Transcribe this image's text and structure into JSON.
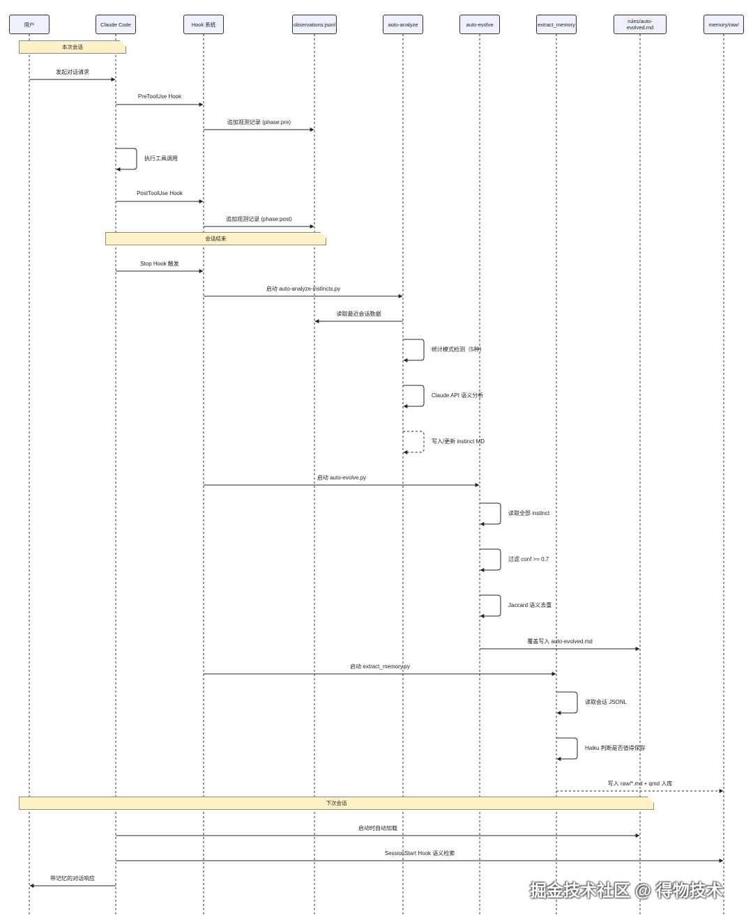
{
  "participants": [
    {
      "id": "user",
      "label": "用户"
    },
    {
      "id": "claude",
      "label": "Claude Code"
    },
    {
      "id": "hook",
      "label": "Hook 系统"
    },
    {
      "id": "obs",
      "label": "observations.jsonl"
    },
    {
      "id": "analyze",
      "label": "auto-analyze"
    },
    {
      "id": "evolve",
      "label": "auto-evolve"
    },
    {
      "id": "extract",
      "label": "extract_memory"
    },
    {
      "id": "rules",
      "label": "rules/auto-\nevolved.md"
    },
    {
      "id": "memory",
      "label": "memory/raw/"
    }
  ],
  "notes": [
    {
      "text": "本次会话",
      "from": "user",
      "to": "claude"
    },
    {
      "text": "会话结束",
      "from": "claude",
      "to": "obs"
    },
    {
      "text": "下次会话",
      "from": "user",
      "to": "rules"
    }
  ],
  "messages": [
    {
      "from": "user",
      "to": "claude",
      "label": "发起对话请求",
      "style": "solid"
    },
    {
      "from": "claude",
      "to": "hook",
      "label": "PreToolUse Hook",
      "style": "solid"
    },
    {
      "from": "hook",
      "to": "obs",
      "label": "追加观测记录 (phase:pre)",
      "style": "solid"
    },
    {
      "from": "claude",
      "to": "claude",
      "label": "执行工具调用",
      "style": "solid"
    },
    {
      "from": "claude",
      "to": "hook",
      "label": "PostToolUse Hook",
      "style": "solid"
    },
    {
      "from": "hook",
      "to": "obs",
      "label": "追加观测记录 (phase:post)",
      "style": "solid"
    },
    {
      "from": "claude",
      "to": "hook",
      "label": "Stop Hook 触发",
      "style": "solid"
    },
    {
      "from": "hook",
      "to": "analyze",
      "label": "启动 auto-analyze-instincts.py",
      "style": "solid"
    },
    {
      "from": "analyze",
      "to": "obs",
      "label": "读取最近会话数据",
      "style": "solid"
    },
    {
      "from": "analyze",
      "to": "analyze",
      "label": "统计模式检测（5种）",
      "style": "solid"
    },
    {
      "from": "analyze",
      "to": "analyze",
      "label": "Claude API 语义分析",
      "style": "solid"
    },
    {
      "from": "analyze",
      "to": "analyze",
      "label": "写入/更新 instinct MD",
      "style": "dashed"
    },
    {
      "from": "hook",
      "to": "evolve",
      "label": "启动 auto-evolve.py",
      "style": "solid"
    },
    {
      "from": "evolve",
      "to": "evolve",
      "label": "读取全部 instinct",
      "style": "solid"
    },
    {
      "from": "evolve",
      "to": "evolve",
      "label": "过滤 conf >= 0.7",
      "style": "solid"
    },
    {
      "from": "evolve",
      "to": "evolve",
      "label": "Jaccard 语义去重",
      "style": "solid"
    },
    {
      "from": "evolve",
      "to": "rules",
      "label": "覆盖写入 auto-evolved.md",
      "style": "solid"
    },
    {
      "from": "hook",
      "to": "extract",
      "label": "启动 extract_memory.py",
      "style": "solid"
    },
    {
      "from": "extract",
      "to": "extract",
      "label": "读取会话 JSONL",
      "style": "solid"
    },
    {
      "from": "extract",
      "to": "extract",
      "label": "Haiku 判断是否值得保存",
      "style": "solid"
    },
    {
      "from": "extract",
      "to": "memory",
      "label": "写入 raw/*.md + qmd 入库",
      "style": "dashed"
    },
    {
      "from": "claude",
      "to": "rules",
      "label": "启动时自动加载",
      "style": "solid"
    },
    {
      "from": "claude",
      "to": "memory",
      "label": "SessionStart Hook 语义检索",
      "style": "solid"
    },
    {
      "from": "claude",
      "to": "user",
      "label": "带记忆的对话响应",
      "style": "solid"
    }
  ],
  "watermark": "掘金技术社区 @ 得物技术",
  "colors": {
    "actor_fill": "#eef0fb",
    "note_fill": "#fdf1c7",
    "line": "#222222"
  }
}
